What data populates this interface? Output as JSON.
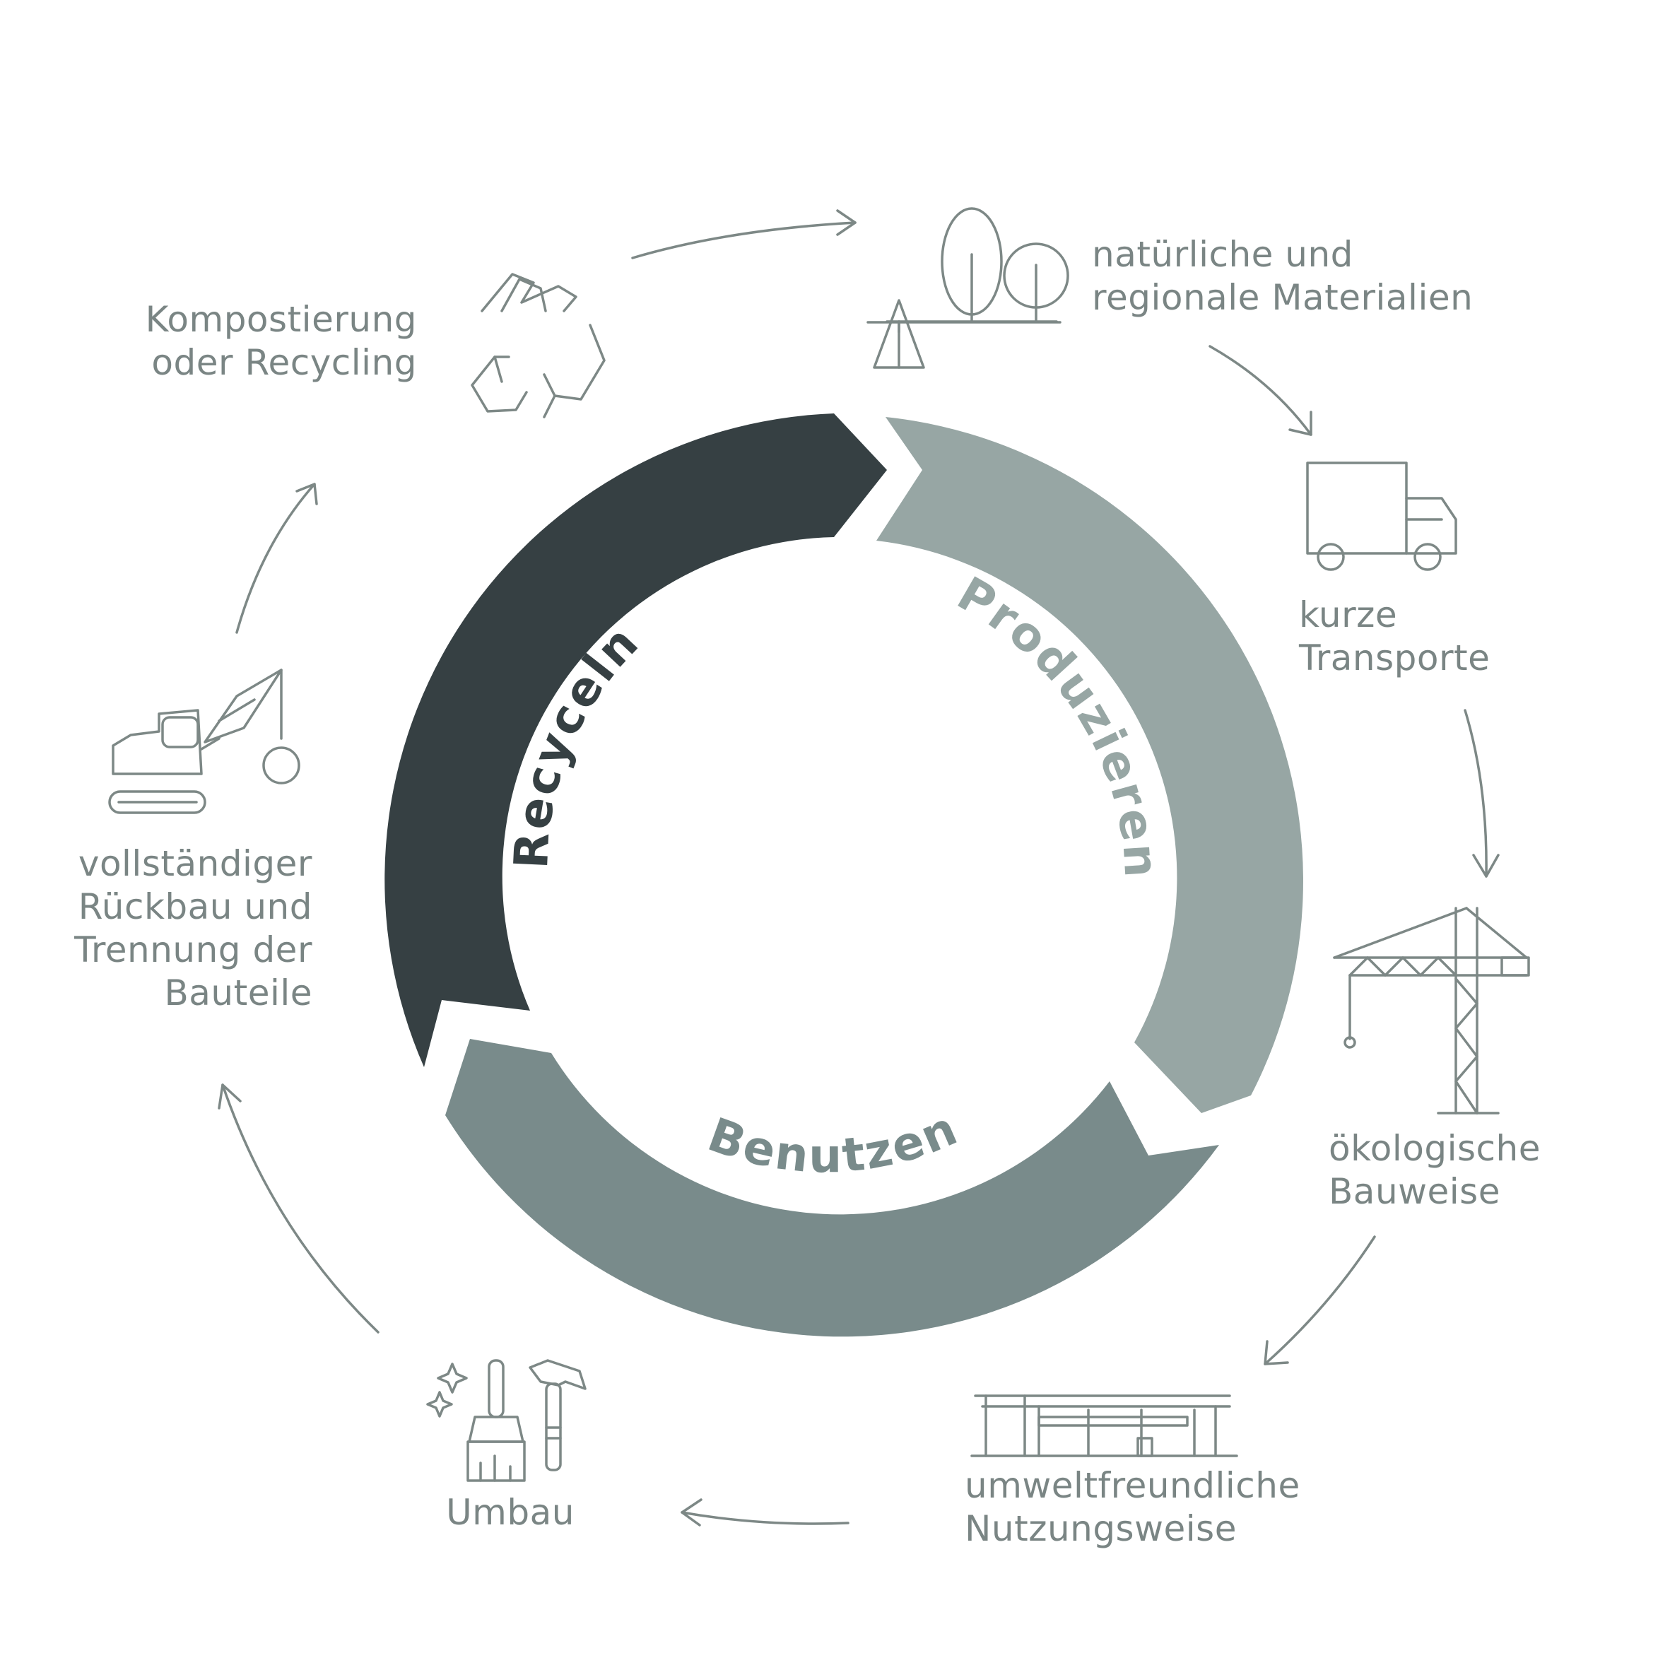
{
  "colors": {
    "recyceln": "#364043",
    "produzieren": "#97a6a4",
    "benutzen": "#798b8b",
    "line": "#7d8886",
    "label": "#7a8584"
  },
  "cycle": {
    "recyceln": "Recyceln",
    "produzieren": "Produzieren",
    "benutzen": "Benutzen"
  },
  "steps": {
    "materialien": [
      "natürliche und",
      "regionale Materialien"
    ],
    "transporte": [
      "kurze",
      "Transporte"
    ],
    "bauweise": [
      "ökologische",
      "Bauweise"
    ],
    "nutzung": [
      "umweltfreundliche",
      "Nutzungsweise"
    ],
    "umbau": [
      "Umbau"
    ],
    "rueckbau": [
      "vollständiger",
      "Rückbau und",
      "Trennung der",
      "Bauteile"
    ],
    "recycling": [
      "Kompostierung",
      "oder Recycling"
    ]
  },
  "icons": {
    "materialien": "trees-icon",
    "transporte": "truck-icon",
    "bauweise": "crane-icon",
    "nutzung": "building-icon",
    "umbau": "tools-icon",
    "rueckbau": "excavator-icon",
    "recycling": "recycle-icon"
  }
}
